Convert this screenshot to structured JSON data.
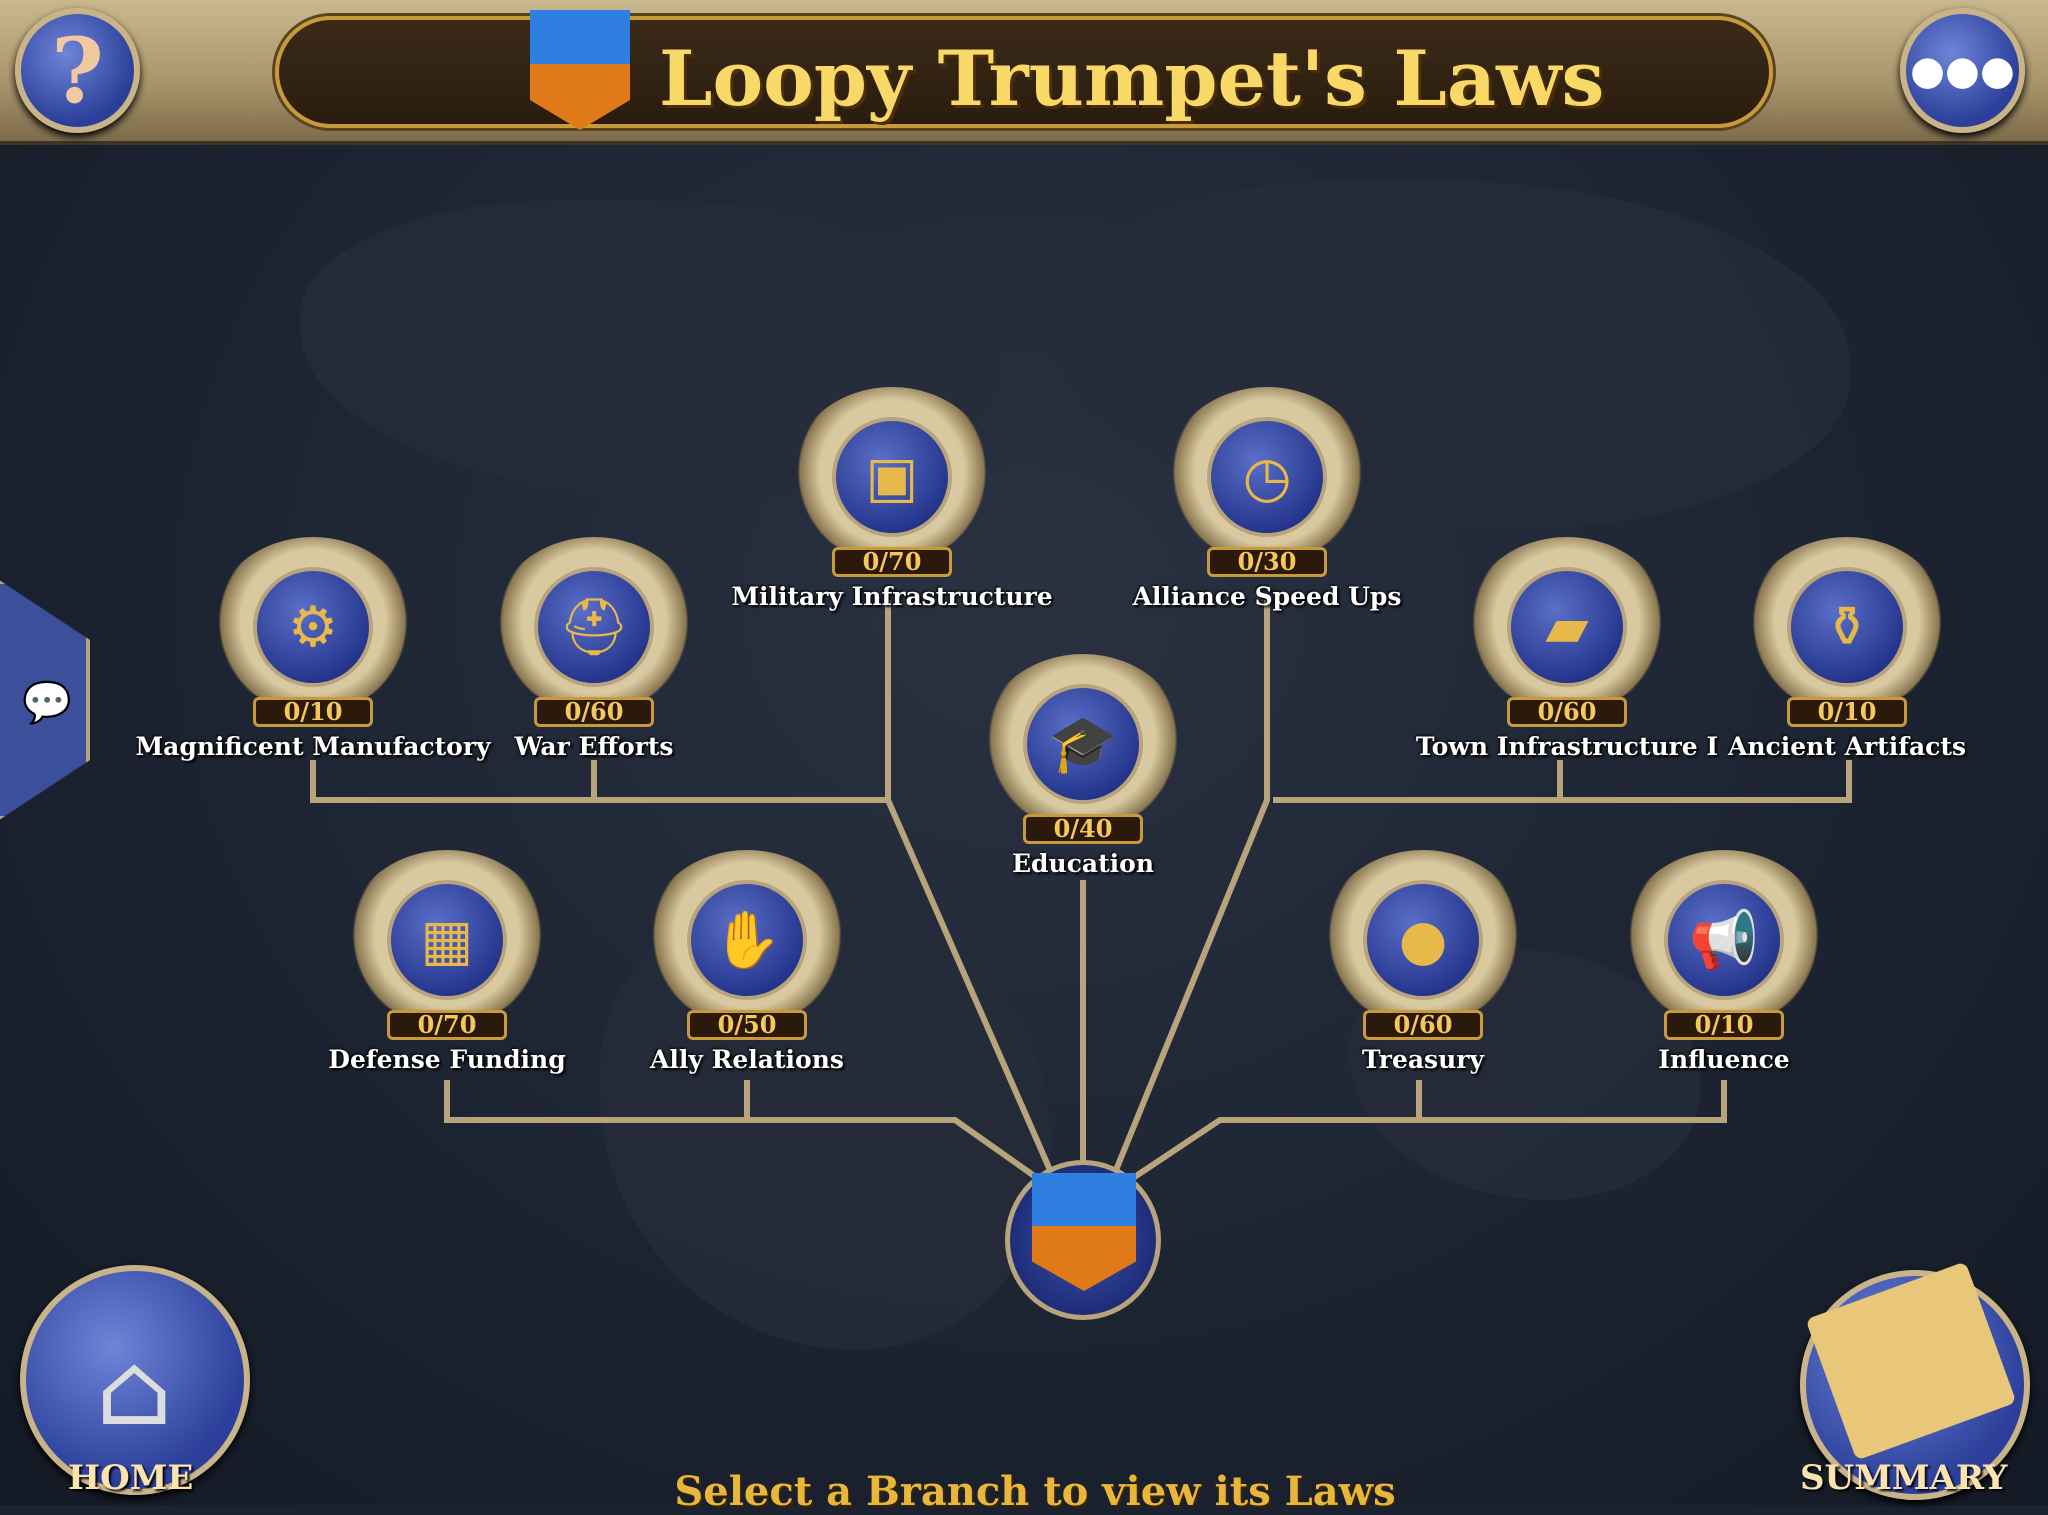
{
  "header": {
    "title": "Loopy Trumpet's Laws",
    "help_icon": "question-mark-icon",
    "menu_icon": "ellipsis-icon"
  },
  "branches": [
    {
      "name": "Military Infrastructure",
      "progress": "0/70",
      "icon": "supplies-icon"
    },
    {
      "name": "Alliance Speed Ups",
      "progress": "0/30",
      "icon": "stopwatch-icon"
    },
    {
      "name": "Magnificent Manufactory",
      "progress": "0/10",
      "icon": "gears-icon"
    },
    {
      "name": "War Efforts",
      "progress": "0/60",
      "icon": "helmet-icon"
    },
    {
      "name": "Education",
      "progress": "0/40",
      "icon": "graduation-icon"
    },
    {
      "name": "Town Infrastructure I",
      "progress": "0/60",
      "icon": "brick-trowel-icon"
    },
    {
      "name": "Ancient Artifacts",
      "progress": "0/10",
      "icon": "vase-icon"
    },
    {
      "name": "Defense Funding",
      "progress": "0/70",
      "icon": "wall-tag-icon"
    },
    {
      "name": "Ally Relations",
      "progress": "0/50",
      "icon": "handshake-icon"
    },
    {
      "name": "Treasury",
      "progress": "0/60",
      "icon": "gold-pot-icon"
    },
    {
      "name": "Influence",
      "progress": "0/10",
      "icon": "megaphone-icon"
    }
  ],
  "footer": {
    "home_label": "HOME",
    "summary_label": "SUMMARY",
    "hint": "Select a Branch to view its Laws"
  },
  "colors": {
    "title": "#f8d867",
    "count": "#f6c75c",
    "banner_blue": "#2f7fe0",
    "banner_orange": "#e07a18"
  }
}
